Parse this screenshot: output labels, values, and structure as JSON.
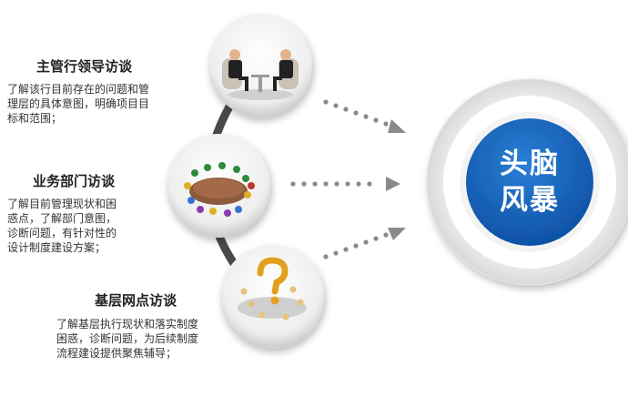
{
  "sections": [
    {
      "title": "主管行领导访谈",
      "lines": [
        "了解该行目前存在的问题和管",
        "理层的具体意图，明确项目目",
        "标和范围；"
      ],
      "image_icon": "business-meeting-icon"
    },
    {
      "title": "业务部门访谈",
      "lines": [
        "了解目前管理现状和困",
        "惑点，了解部门意图，",
        "诊断问题，有针对性的",
        "设计制度建设方案；"
      ],
      "image_icon": "round-table-meeting-icon"
    },
    {
      "title": "基层网点访谈",
      "lines": [
        "了解基层执行现状和落实制度",
        "困惑，诊断问题，为后续制度",
        "流程建设提供聚焦辅导；"
      ],
      "image_icon": "question-mark-figures-icon"
    }
  ],
  "center": {
    "lines": [
      "头脑",
      "风暴"
    ]
  },
  "colors": {
    "accent_blue": "#1565c0",
    "arc": "#4a4a4a",
    "arrow": "#8a8a8a",
    "ring_outer": "#f4f4f4"
  }
}
